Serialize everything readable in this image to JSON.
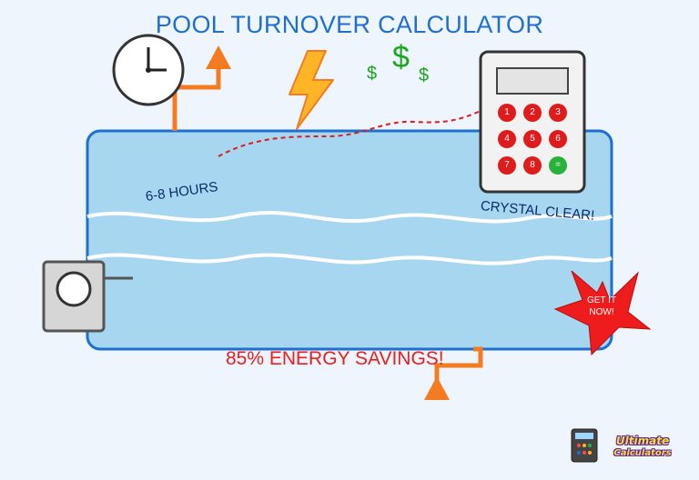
{
  "title": "POOL TURNOVER CALCULATOR",
  "labels": {
    "hours": "6-8 HOURS",
    "crystal": "CRYSTAL CLEAR!",
    "savings": "85% ENERGY SAVINGS!",
    "cta_line1": "GET IT",
    "cta_line2": "NOW!"
  },
  "currency_symbol": "$",
  "calculator": {
    "keys": [
      "1",
      "2",
      "3",
      "4",
      "5",
      "6",
      "7",
      "8",
      "="
    ]
  },
  "logo": {
    "line1": "Ultimate",
    "line2": "Calculators"
  },
  "colors": {
    "background": "#eef5fd",
    "pool_fill": "#a6d6f0",
    "pool_border": "#1e6fcf",
    "pipe": "#f47b20",
    "title": "#1e6fcf",
    "savings_text": "#ee1c1c",
    "key_red": "#e01b1b",
    "key_green": "#27b33a",
    "dollar": "#1aa51a",
    "star": "#ee1c1c"
  },
  "icons": {
    "clock": "clock-icon",
    "lightning": "lightning-icon",
    "calculator": "calculator-icon",
    "pump": "pump-icon",
    "arrow_up": "arrow-up-icon",
    "star_burst": "starburst-icon"
  }
}
